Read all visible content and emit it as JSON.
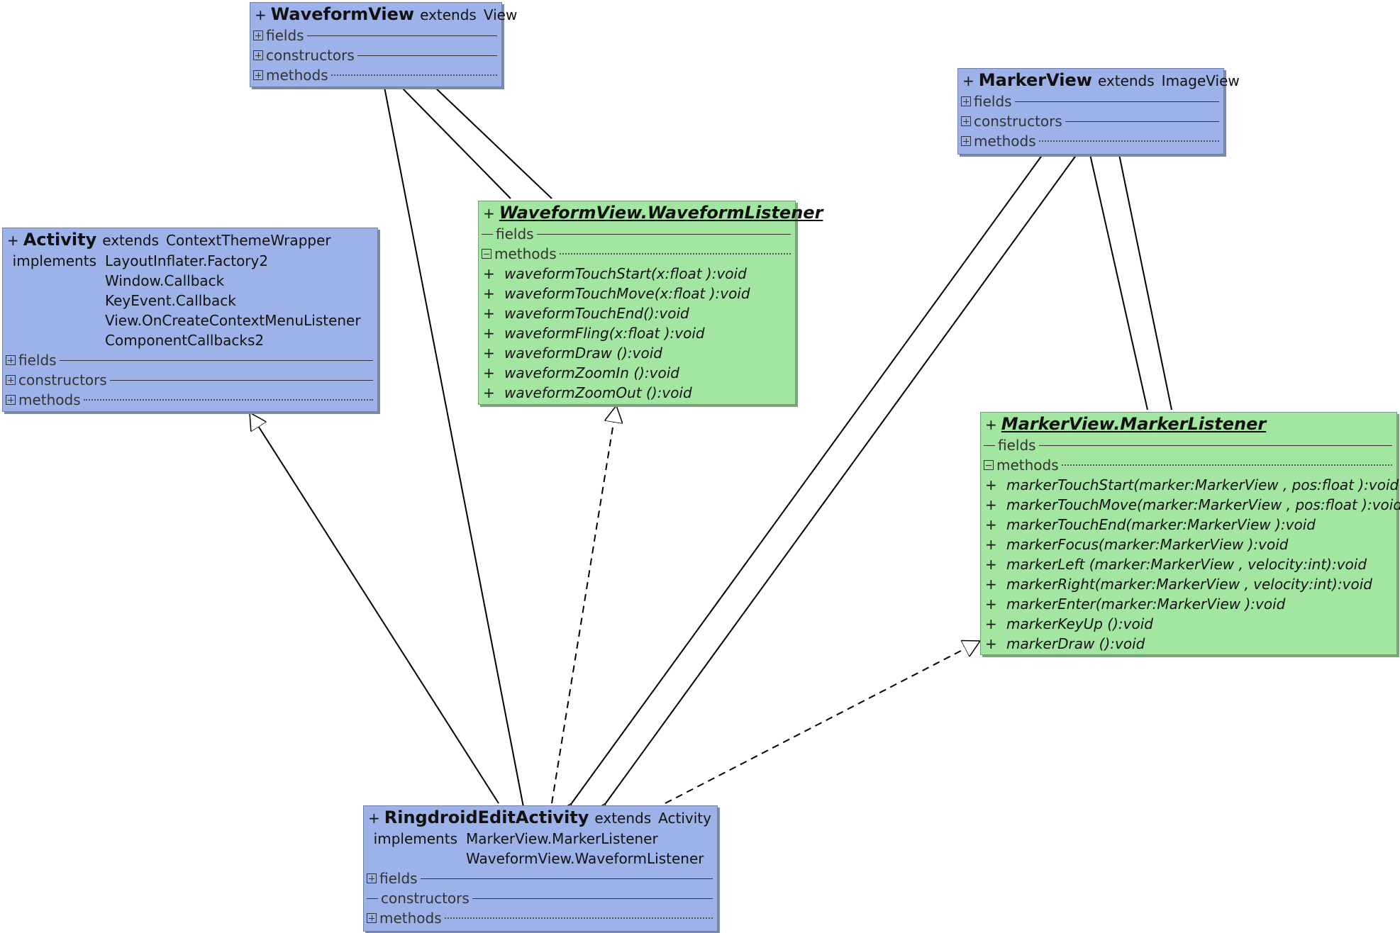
{
  "colors": {
    "interface_fill": "#a3e6a1",
    "class_fill": "#9db2e8",
    "edge": "#000000"
  },
  "icons": {
    "expand": "plus-box-icon",
    "collapse": "minus-box-icon"
  },
  "classes": {
    "waveform_view": {
      "visibility": "+",
      "name": "WaveformView",
      "extends_kw": "extends",
      "parent": "View",
      "sections": {
        "fields": "fields",
        "constructors": "constructors",
        "methods": "methods"
      }
    },
    "marker_view": {
      "visibility": "+",
      "name": "MarkerView",
      "extends_kw": "extends",
      "parent": "ImageView",
      "sections": {
        "fields": "fields",
        "constructors": "constructors",
        "methods": "methods"
      }
    },
    "activity": {
      "visibility": "+",
      "name": "Activity",
      "extends_kw": "extends",
      "parent": "ContextThemeWrapper",
      "implements_kw": "implements",
      "interfaces": [
        "LayoutInflater.Factory2",
        "Window.Callback",
        "KeyEvent.Callback",
        "View.OnCreateContextMenuListener",
        "ComponentCallbacks2"
      ],
      "sections": {
        "fields": "fields",
        "constructors": "constructors",
        "methods": "methods"
      }
    },
    "waveform_listener": {
      "visibility": "+",
      "name": "WaveformView.WaveformListener",
      "sections": {
        "fields": "fields",
        "methods": "methods"
      },
      "methods": [
        {
          "vis": "+",
          "sig": "waveformTouchStart(x:float ):void"
        },
        {
          "vis": "+",
          "sig": "waveformTouchMove(x:float ):void"
        },
        {
          "vis": "+",
          "sig": "waveformTouchEnd():void"
        },
        {
          "vis": "+",
          "sig": "waveformFling(x:float ):void"
        },
        {
          "vis": "+",
          "sig": "waveformDraw ():void"
        },
        {
          "vis": "+",
          "sig": "waveformZoomIn ():void"
        },
        {
          "vis": "+",
          "sig": "waveformZoomOut ():void"
        }
      ]
    },
    "marker_listener": {
      "visibility": "+",
      "name": "MarkerView.MarkerListener",
      "sections": {
        "fields": "fields",
        "methods": "methods"
      },
      "methods": [
        {
          "vis": "+",
          "sig": "markerTouchStart(marker:MarkerView , pos:float ):void"
        },
        {
          "vis": "+",
          "sig": "markerTouchMove(marker:MarkerView , pos:float ):void"
        },
        {
          "vis": "+",
          "sig": "markerTouchEnd(marker:MarkerView ):void"
        },
        {
          "vis": "+",
          "sig": "markerFocus(marker:MarkerView ):void"
        },
        {
          "vis": "+",
          "sig": "markerLeft (marker:MarkerView , velocity:int):void"
        },
        {
          "vis": "+",
          "sig": "markerRight(marker:MarkerView , velocity:int):void"
        },
        {
          "vis": "+",
          "sig": "markerEnter(marker:MarkerView ):void"
        },
        {
          "vis": "+",
          "sig": "markerKeyUp ():void"
        },
        {
          "vis": "+",
          "sig": "markerDraw ():void"
        }
      ]
    },
    "ringdroid_edit_activity": {
      "visibility": "+",
      "name": "RingdroidEditActivity",
      "extends_kw": "extends",
      "parent": "Activity",
      "implements_kw": "implements",
      "interfaces": [
        "MarkerView.MarkerListener",
        "WaveformView.WaveformListener"
      ],
      "sections": {
        "fields": "fields",
        "constructors": "constructors",
        "methods": "methods"
      }
    }
  }
}
